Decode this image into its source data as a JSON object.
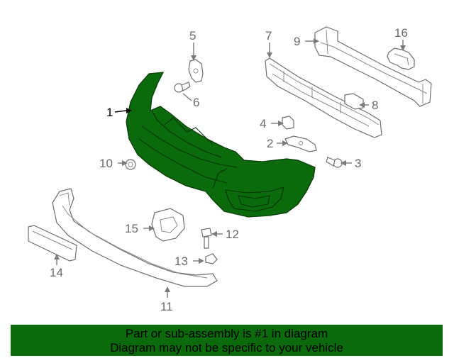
{
  "callouts": {
    "c1": "1",
    "c2": "2",
    "c3": "3",
    "c4": "4",
    "c5": "5",
    "c6": "6",
    "c7": "7",
    "c8": "8",
    "c9": "9",
    "c10": "10",
    "c11": "11",
    "c12": "12",
    "c13": "13",
    "c14": "14",
    "c15": "15",
    "c16": "16"
  },
  "banner": {
    "line1": "Part or sub-assembly is #1 in diagram",
    "line2": "Diagram may not be specific to your vehicle"
  },
  "colors": {
    "highlight": "#0b6a0b",
    "banner_bg": "#0b6a0b",
    "outline": "#6e6e6e"
  }
}
